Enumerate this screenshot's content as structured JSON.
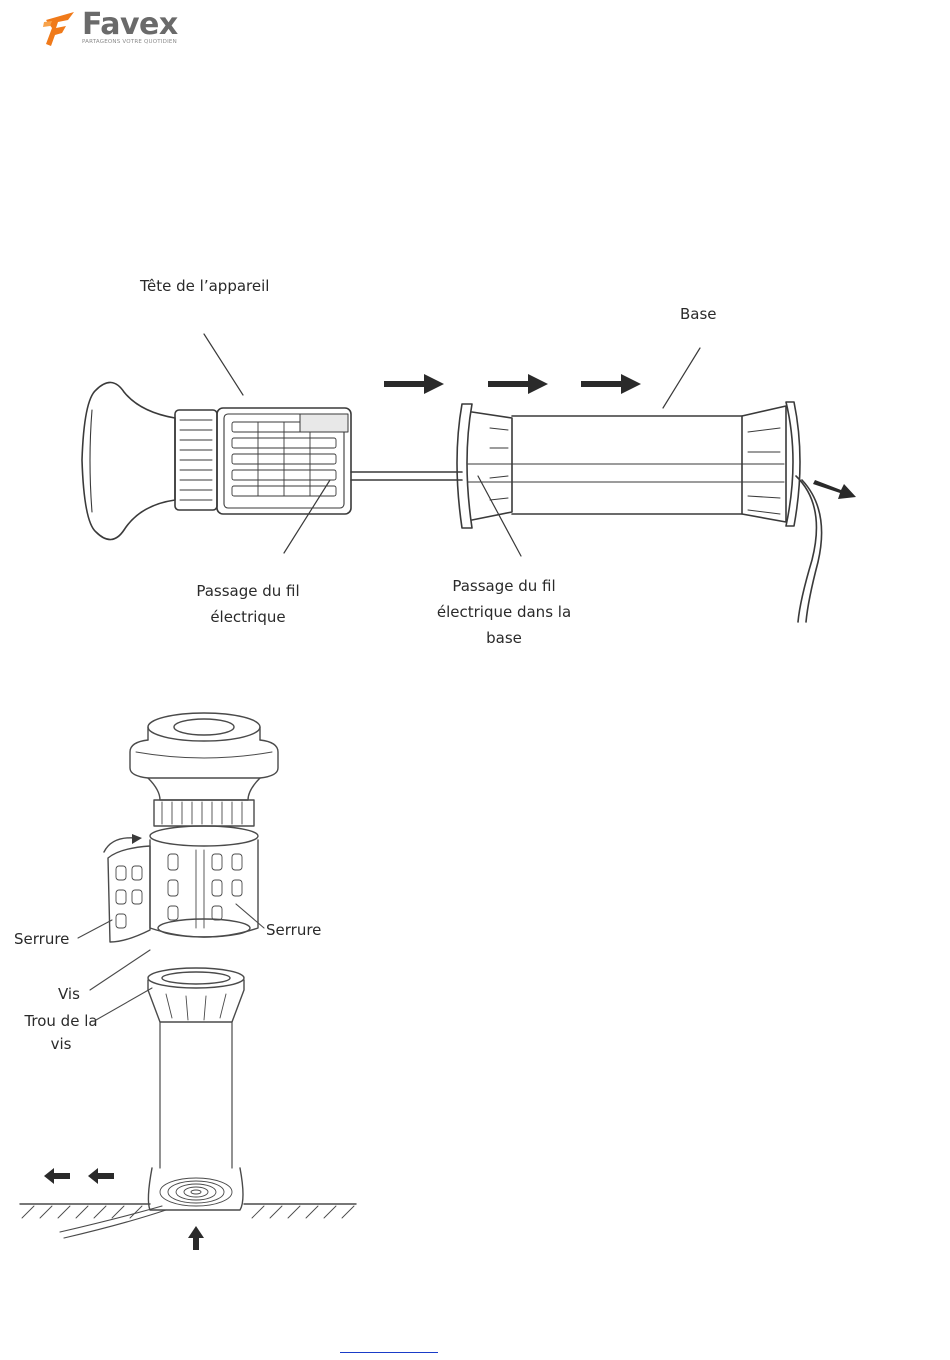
{
  "logo": {
    "name": "Favex",
    "tagline": "PARTAGEONS VOTRE QUOTIDIEN",
    "colors": {
      "orange": "#f07a1a",
      "grey": "#6a6a6a"
    }
  },
  "diagram_top": {
    "labels": {
      "head": "Tête de l’appareil",
      "base": "Base",
      "wire_passage_line1": "Passage du fil",
      "wire_passage_line2": "électrique",
      "wire_base_line1": "Passage du fil",
      "wire_base_line2": "électrique dans la",
      "wire_base_line3": "base"
    }
  },
  "diagram_bottom": {
    "labels": {
      "lock_left": "Serrure",
      "lock_right": "Serrure",
      "screw": "Vis",
      "screw_hole_line1": "Trou de la",
      "screw_hole_line2": "vis"
    }
  },
  "footer": {
    "link_text": ""
  }
}
